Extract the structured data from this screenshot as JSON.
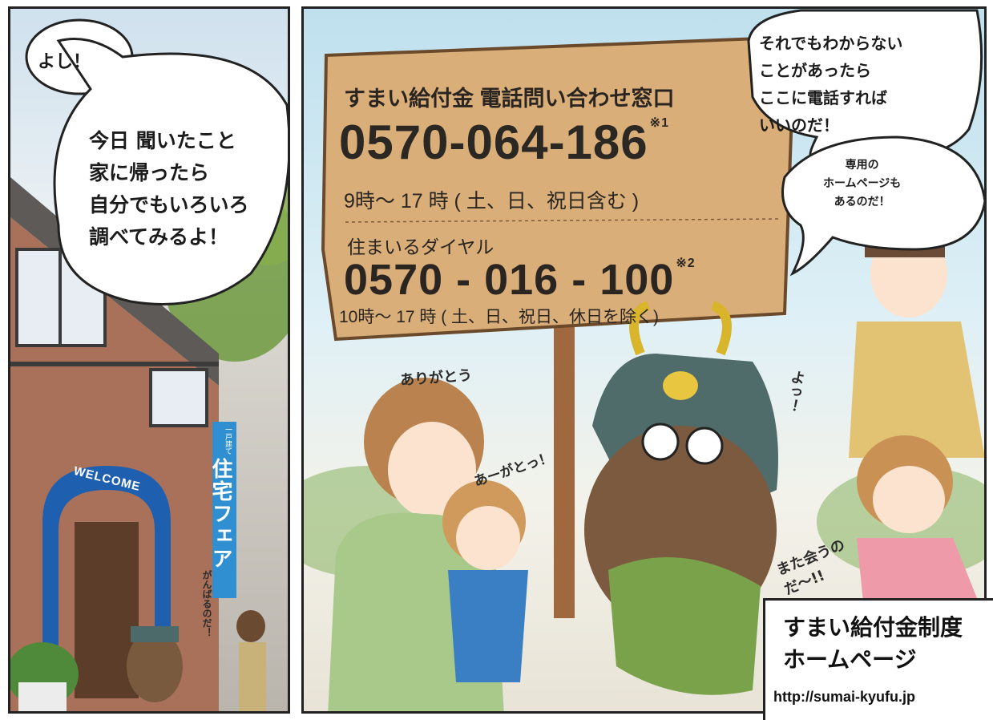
{
  "left_panel": {
    "bubble_small": "よし！",
    "bubble_large": "今日 聞いたこと\n家に帰ったら\n自分でもいろいろ\n調べてみるよ！",
    "arch_text": "WELCOME",
    "banner_text": "住宅フェア",
    "banner_small": "一戸建て",
    "handwritten": "がんばるのだ！"
  },
  "sign": {
    "heading": "すまい給付金 電話問い合わせ窓口",
    "phone1": "0570-064-186",
    "phone1_note": "※1",
    "hours1": "9時〜 17 時 ( 土、日、祝日含む )",
    "dial_name": "住まいるダイヤル",
    "phone2": "0570 - 016 - 100",
    "phone2_note": "※2",
    "hours2": "10時〜 17 時 ( 土、日、祝日、休日を除く)"
  },
  "right_panel": {
    "bubble_main": "それでもわからない\nことがあったら\nここに電話すれば\nいいのだ！",
    "bubble_sub": "専用の\nホームページも\nあるのだ！",
    "thanks_mother": "ありがとう",
    "thanks_child": "あーがとっ！",
    "yo": "よっ！",
    "mata": "また会うのだ〜!!"
  },
  "homepage": {
    "title": "すまい給付金制度\nホームページ",
    "url": "http://sumai-kyufu.jp"
  },
  "colors": {
    "sign_wood": "#d9ae79",
    "arch_blue": "#1f5fb0",
    "banner_blue": "#2f8fd0",
    "border": "#222222"
  }
}
